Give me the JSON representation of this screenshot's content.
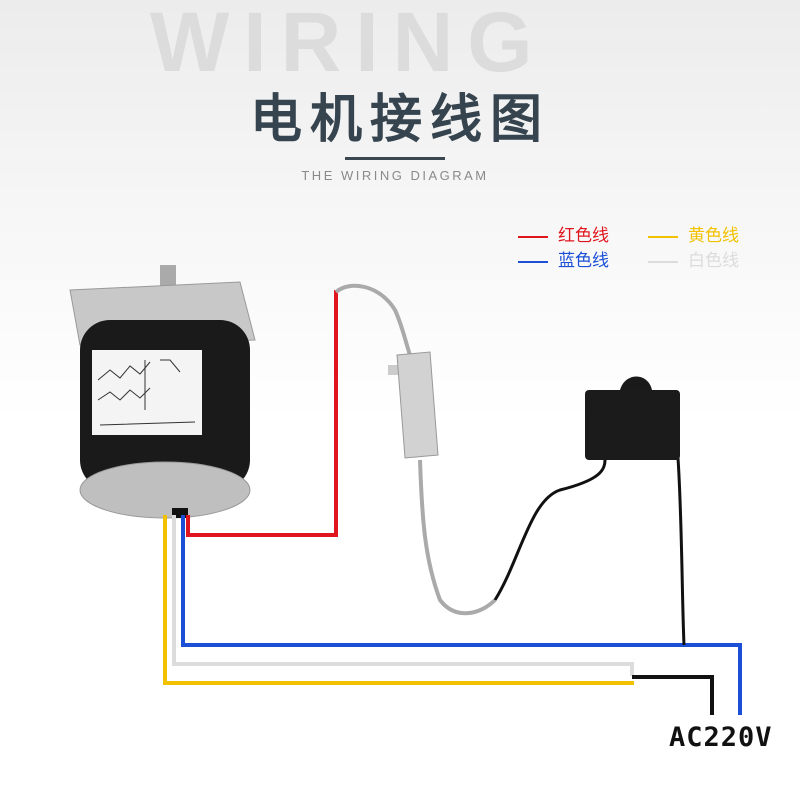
{
  "watermark": "WIRING",
  "title": "电机接线图",
  "subtitle": "THE WIRING DIAGRAM",
  "legend": [
    {
      "label": "红色线",
      "color": "#e0161e"
    },
    {
      "label": "黄色线",
      "color": "#f2c200"
    },
    {
      "label": "蓝色线",
      "color": "#1a4fd6"
    },
    {
      "label": "白色线",
      "color": "#d8d8d8"
    }
  ],
  "power_label": "AC220V",
  "colors": {
    "red": "#e0161e",
    "blue": "#1a4fd6",
    "yellow": "#f2c200",
    "white": "#dcdcdc",
    "black": "#111111",
    "title": "#36444f"
  }
}
